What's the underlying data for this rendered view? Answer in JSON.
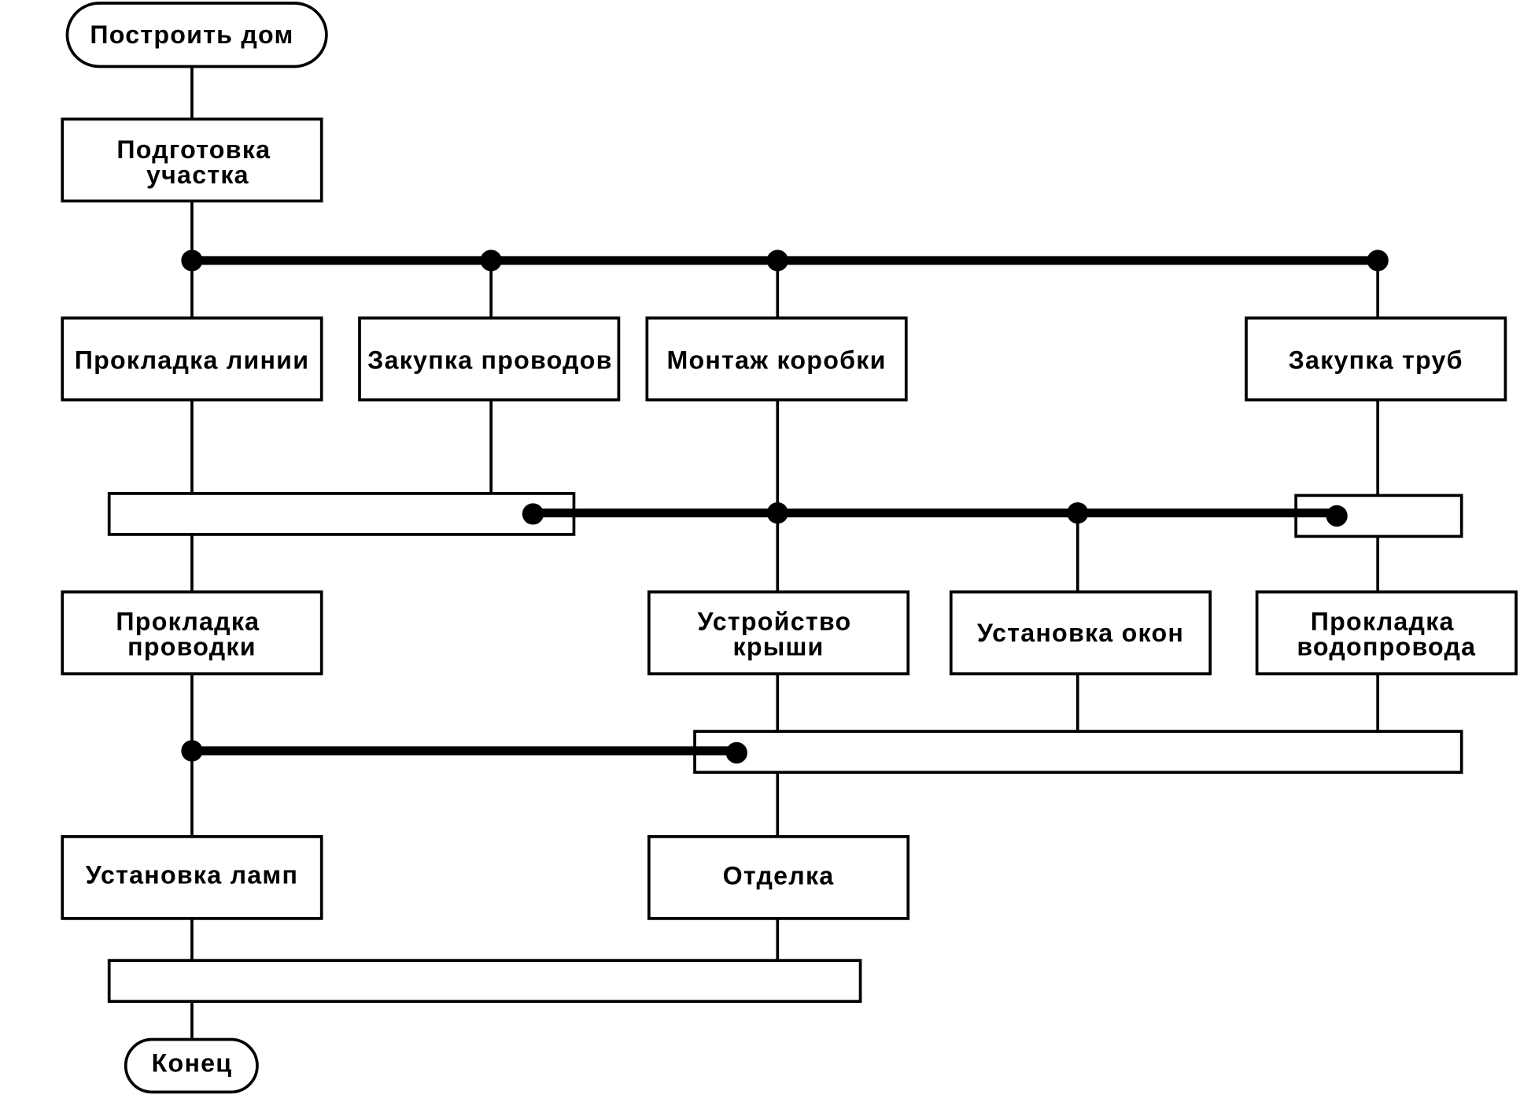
{
  "diagram": {
    "start": {
      "lines": [
        "Построить дом"
      ]
    },
    "prep": {
      "lines": [
        "Подготовка",
        "участка"
      ]
    },
    "line_laying": {
      "lines": [
        "Прокладка линии"
      ]
    },
    "buy_wires": {
      "lines": [
        "Закупка проводов"
      ]
    },
    "frame_assembly": {
      "lines": [
        "Монтаж коробки"
      ]
    },
    "buy_pipes": {
      "lines": [
        "Закупка труб"
      ]
    },
    "wiring": {
      "lines": [
        "Прокладка",
        "проводки"
      ]
    },
    "roof": {
      "lines": [
        "Устройство",
        "крыши"
      ]
    },
    "windows": {
      "lines": [
        "Установка окон"
      ]
    },
    "plumbing": {
      "lines": [
        "Прокладка",
        "водопровода"
      ]
    },
    "lamps": {
      "lines": [
        "Установка ламп"
      ]
    },
    "finishing": {
      "lines": [
        "Отделка"
      ]
    },
    "end": {
      "lines": [
        "Конец"
      ]
    }
  }
}
